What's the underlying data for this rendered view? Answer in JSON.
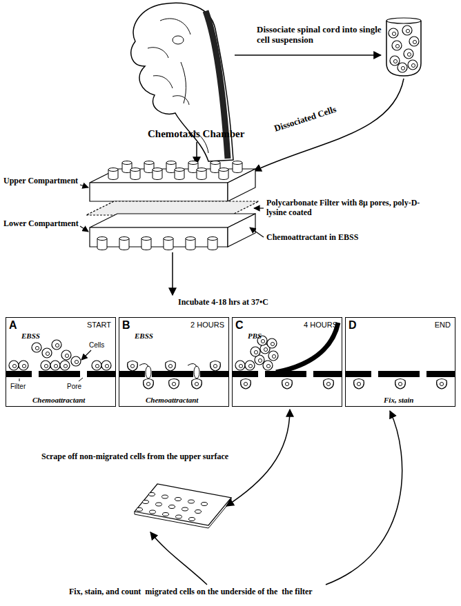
{
  "diagram": {
    "nodes": [
      {
        "text": [
          "A",
          "START",
          "EBSS",
          "Cells",
          "Filter",
          "Pore",
          "Chemoattractant"
        ]
      },
      {
        "text": [
          "B",
          "2 HOURS",
          "EBSS",
          "Chemoattractant"
        ]
      },
      {
        "text": [
          "C",
          "4 HOURS",
          "PBS"
        ]
      },
      {
        "text": [
          "D",
          "END",
          "Fix, stain"
        ]
      }
    ],
    "labels": [
      "Dissociate spinal cord into single cell suspension",
      "Chemotaxis Chamber",
      "Dissociated Cells",
      "Upper Compartment",
      "Lower Compartment",
      "Polycarbonate Filter with 8μ pores, poly-D-lysine coated",
      "Chemoattractant in EBSS",
      "Incubate 4-18 hrs at 37•C",
      "Scrape off non-migrated cells from the upper surface",
      "Fix, stain, and count  migrated cells on the underside of the  the filter"
    ]
  }
}
